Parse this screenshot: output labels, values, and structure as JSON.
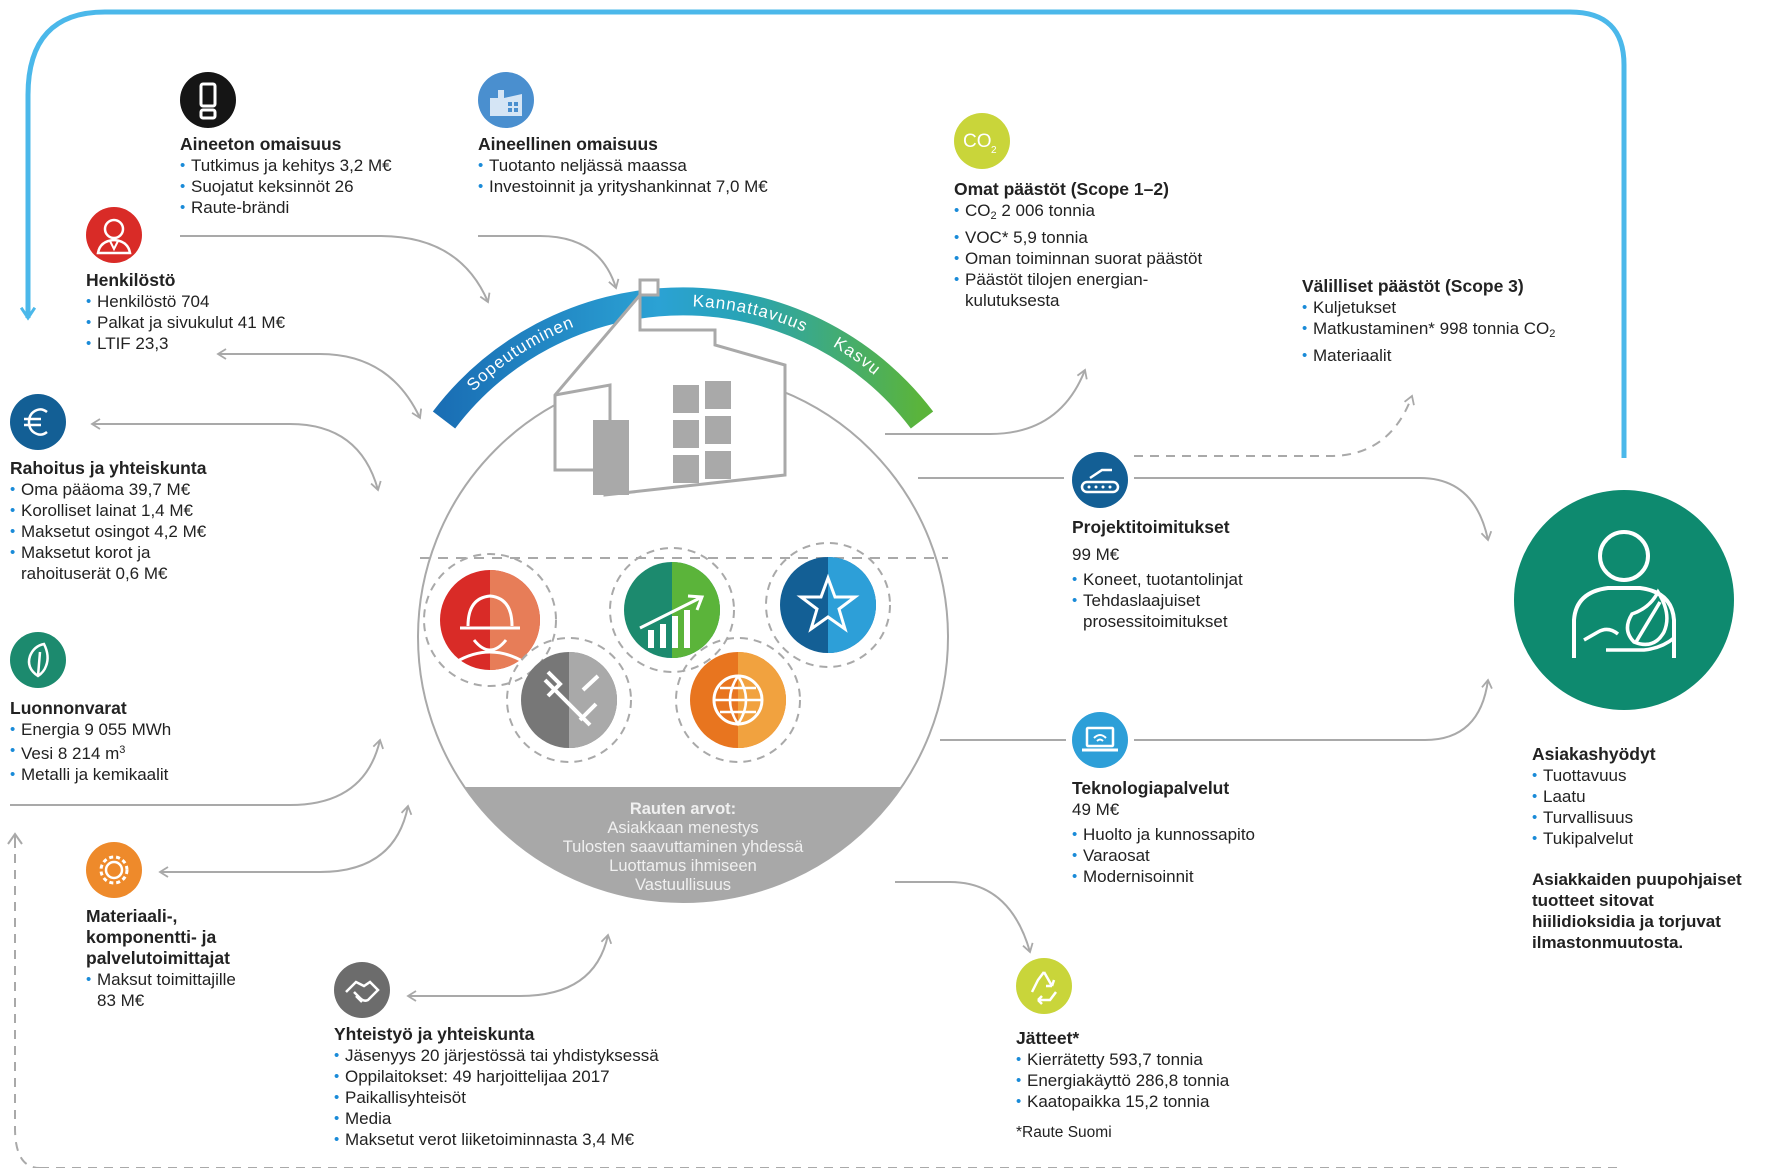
{
  "colors": {
    "loop_arrow": "#4bb8ea",
    "connector": "#a9a9a9",
    "bullet": "#1a8bd8",
    "customer_green": "#0e8a6f",
    "band_blue": "#1a7dc1",
    "band_green": "#59a93b"
  },
  "arc_labels": [
    "Sopeutuminen",
    "Kannattavuus",
    "Kasvu"
  ],
  "values": {
    "title": "Rauten arvot:",
    "items": [
      "Asiakkaan menestys",
      "Tulosten saavuttaminen yhdessä",
      "Luottamus ihmiseen",
      "Vastuullisuus"
    ]
  },
  "inputs": {
    "intangible": {
      "icon": "exclamation-icon",
      "title": "Aineeton omaisuus",
      "items": [
        "Tutkimus ja kehitys 3,2 M€",
        "Suojatut keksinnöt 26",
        "Raute-brändi"
      ]
    },
    "tangible": {
      "icon": "factory-icon",
      "title": "Aineellinen omaisuus",
      "items": [
        "Tuotanto neljässä maassa",
        "Investoinnit ja yrityshankinnat 7,0 M€"
      ]
    },
    "personnel": {
      "icon": "person-icon",
      "title": "Henkilöstö",
      "items": [
        "Henkilöstö 704",
        "Palkat ja sivukulut 41 M€",
        "LTIF 23,3"
      ]
    },
    "finance": {
      "icon": "euro-icon",
      "title": "Rahoitus ja yhteiskunta",
      "items": [
        "Oma pääoma 39,7 M€",
        "Korolliset lainat 1,4 M€",
        "Maksetut osingot 4,2 M€",
        "Maksetut korot ja",
        "rahoituserät 0,6 M€"
      ]
    },
    "natural": {
      "icon": "leaf-icon",
      "title": "Luonnonvarat",
      "items": [
        "Energia 9 055 MWh",
        "Vesi 8 214 m",
        "Metalli ja kemikaalit"
      ],
      "water_superscript": "3"
    },
    "suppliers": {
      "icon": "gear-icon",
      "title_lines": [
        "Materiaali-,",
        "komponentti- ja",
        "palvelutoimittajat"
      ],
      "items": [
        "Maksut toimittajille",
        "83 M€"
      ]
    },
    "cooperation": {
      "icon": "handshake-icon",
      "title": "Yhteistyö ja yhteiskunta",
      "items": [
        "Jäsenyys 20 järjestössä tai yhdistyksessä",
        "Oppilaitokset: 49 harjoittelijaa 2017",
        "Paikallisyhteisöt",
        "Media",
        "Maksetut verot liiketoiminnasta 3,4 M€"
      ]
    }
  },
  "outputs": {
    "own_emissions": {
      "icon": "co2-icon",
      "icon_text": "CO",
      "icon_sub": "2",
      "title": "Omat päästöt (Scope 1–2)",
      "co2_prefix": "CO",
      "co2_sub": "2",
      "co2_value": " 2 006 tonnia",
      "items": [
        "VOC* 5,9 tonnia",
        "Oman toiminnan suorat päästöt",
        "Päästöt tilojen energian-",
        "kulutuksesta"
      ]
    },
    "indirect": {
      "title": "Välilliset päästöt (Scope 3)",
      "items": [
        "Kuljetukset"
      ],
      "travel": "Matkustaminen* 998 tonnia CO",
      "travel_sub": "2",
      "items2": [
        "Materiaalit"
      ]
    },
    "projects": {
      "icon": "conveyor-icon",
      "title": "Projektitoimitukset",
      "amount": "99 M€",
      "items": [
        "Koneet, tuotantolinjat",
        "Tehdaslaajuiset",
        "prosessitoimitukset"
      ]
    },
    "technology": {
      "icon": "laptop-icon",
      "title": "Teknologiapalvelut",
      "amount": "49 M€",
      "items": [
        "Huolto ja kunnossapito",
        "Varaosat",
        "Modernisoinnit"
      ]
    },
    "waste": {
      "icon": "recycle-icon",
      "title": "Jätteet*",
      "items": [
        "Kierrätetty 593,7 tonnia",
        "Energiakäyttö 286,8 tonnia",
        "Kaatopaikka 15,2 tonnia"
      ],
      "footnote": "*Raute Suomi"
    },
    "customer": {
      "icon": "customer-icon",
      "title": "Asiakashyödyt",
      "items": [
        "Tuottavuus",
        "Laatu",
        "Turvallisuus",
        "Tukipalvelut"
      ],
      "statement": [
        "Asiakkaiden puupohjaiset",
        "tuotteet sitovat",
        "hiilidioksidia ja torjuvat",
        "ilmastonmuutosta."
      ]
    }
  }
}
